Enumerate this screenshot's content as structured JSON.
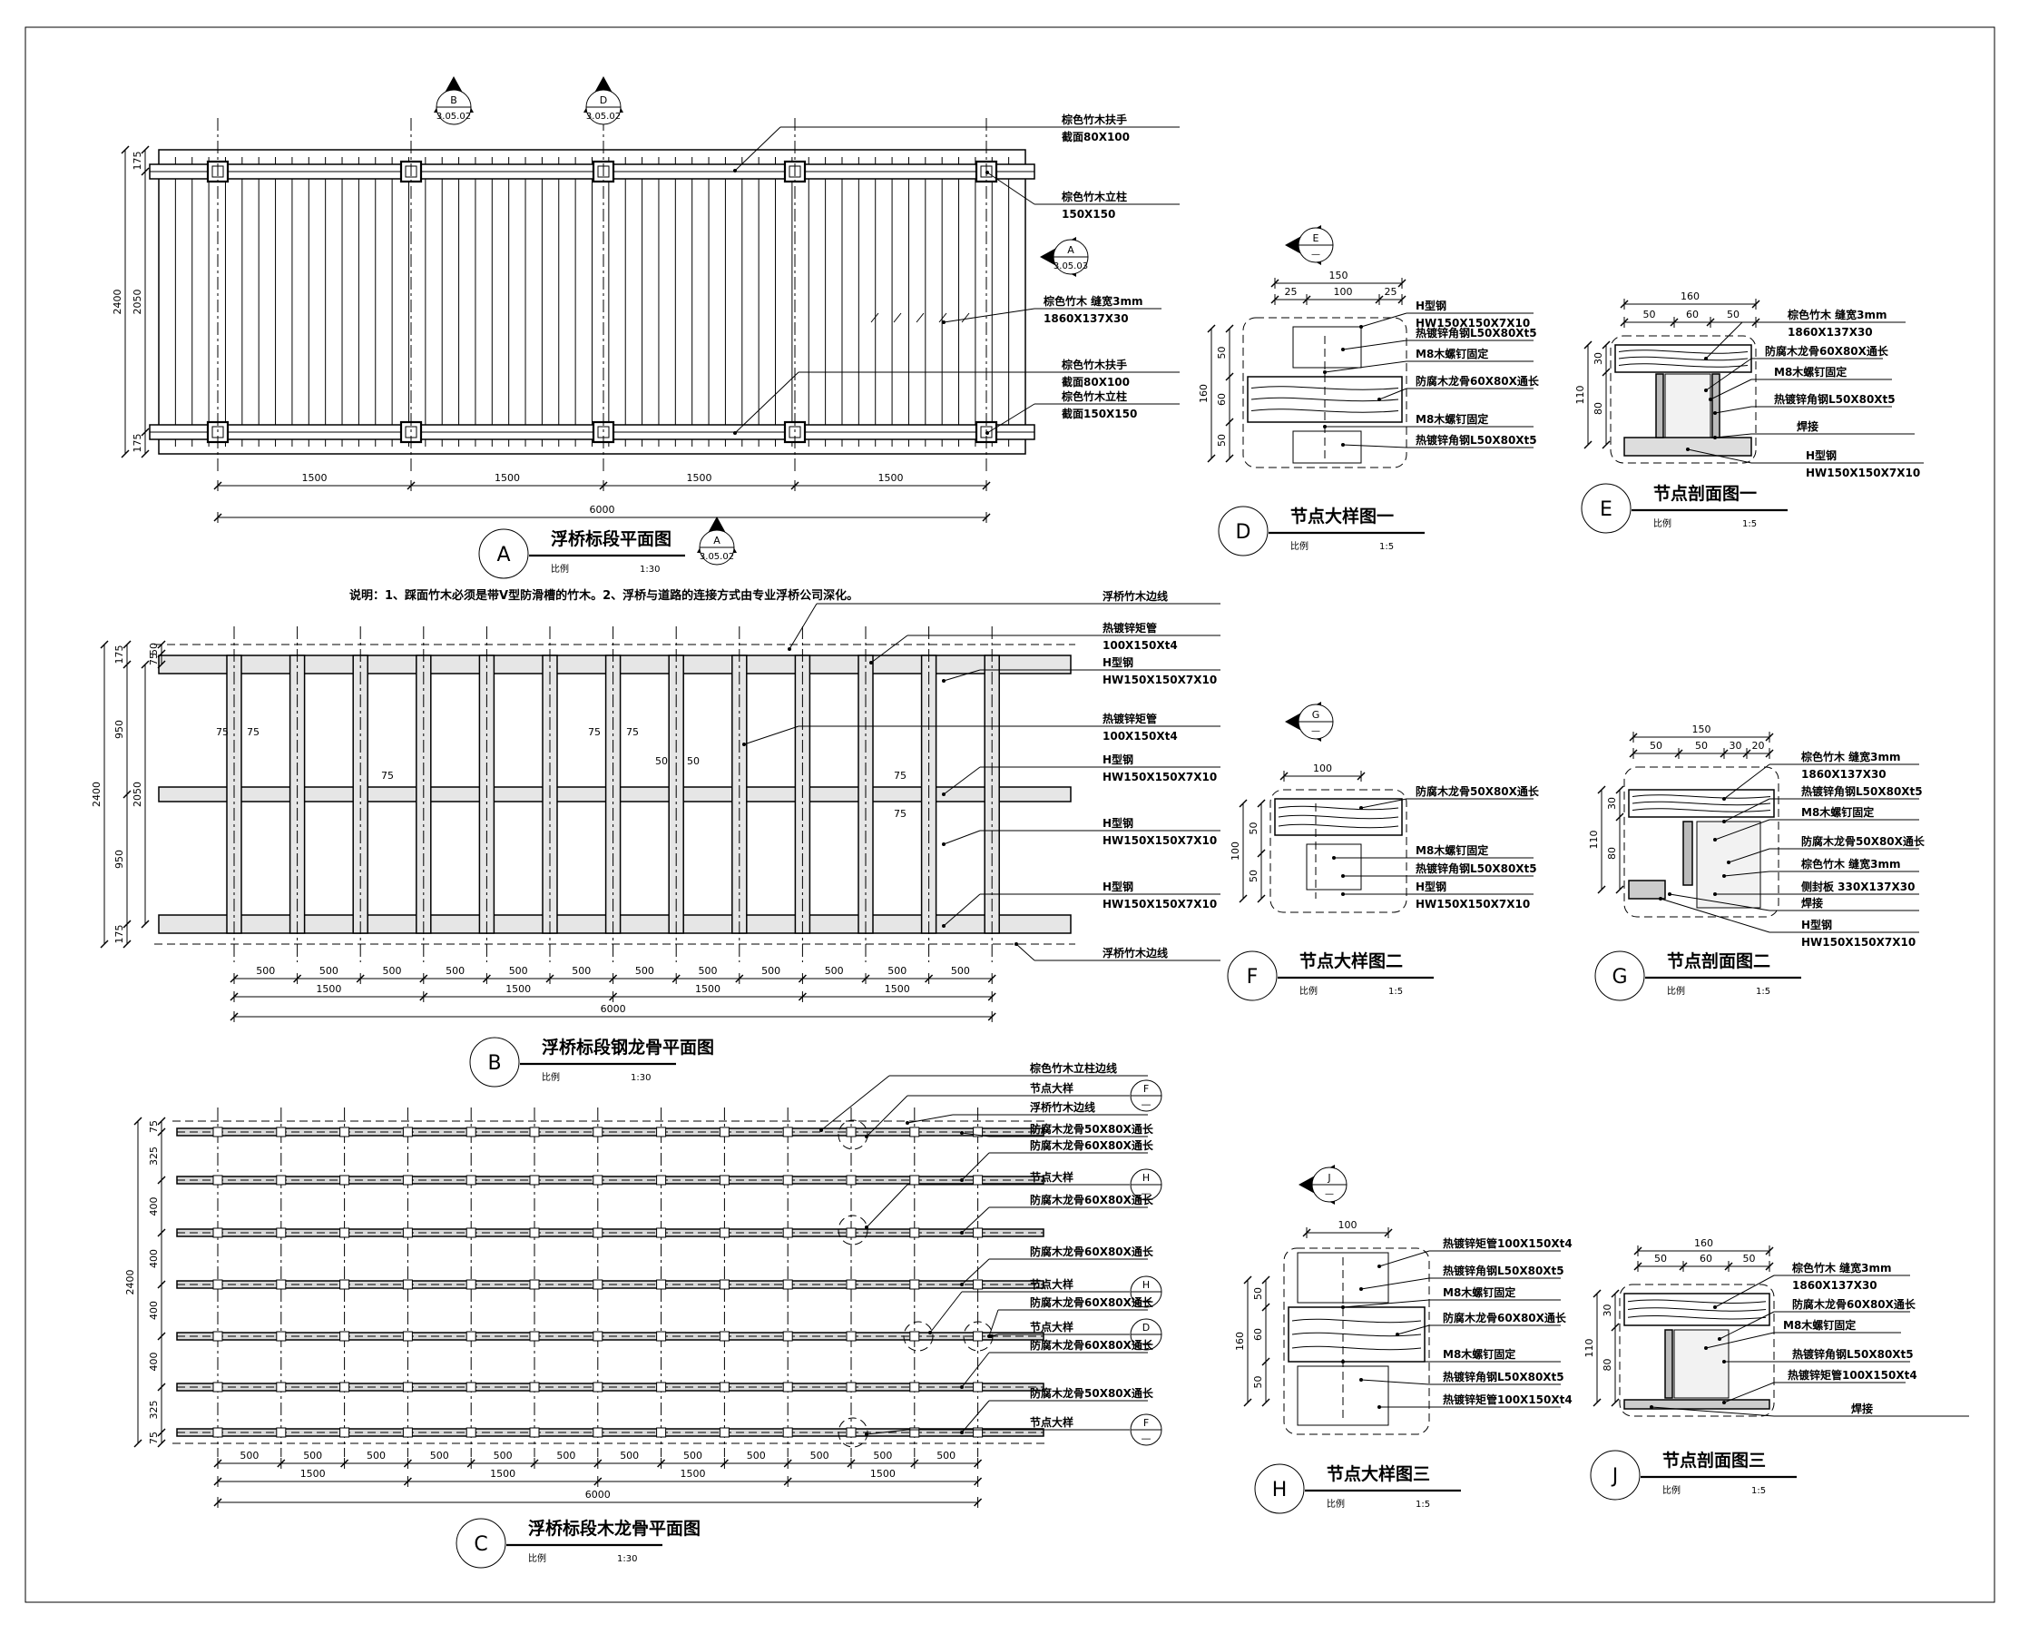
{
  "sheet": {
    "note": "说明：1、踩面竹木必须是带V型防滑槽的竹木。2、浮桥与道路的连接方式由专业浮桥公司深化。",
    "scale_label": "比例"
  },
  "plan_a": {
    "circle": "A",
    "title": "浮桥标段平面图",
    "scale": "1:30",
    "ref_marker": {
      "letter": "A",
      "sheet": "3.05.02"
    },
    "section_marks": [
      {
        "letter": "B",
        "sheet": "3.05.02"
      },
      {
        "letter": "D",
        "sheet": "3.05.02"
      },
      {
        "letter": "A",
        "sheet": "3.05.03"
      }
    ],
    "labels": [
      {
        "l1": "棕色竹木扶手",
        "l2": "截面80X100"
      },
      {
        "l1": "棕色竹木立柱",
        "l2": "150X150"
      },
      {
        "l1": "棕色竹木 缝宽3mm",
        "l2": "1860X137X30"
      },
      {
        "l1": "棕色竹木扶手",
        "l2": "截面80X100"
      },
      {
        "l1": "棕色竹木立柱",
        "l2": "截面150X150"
      }
    ],
    "dims_h": [
      "1500",
      "1500",
      "1500",
      "1500"
    ],
    "dim_total": "6000",
    "dims_v": [
      "175",
      "2050",
      "175"
    ],
    "dim_v_total": "2400"
  },
  "plan_b": {
    "circle": "B",
    "title": "浮桥标段钢龙骨平面图",
    "scale": "1:30",
    "labels": [
      {
        "l1": "浮桥竹木边线",
        "l2": ""
      },
      {
        "l1": "热镀锌矩管",
        "l2": "100X150Xt4"
      },
      {
        "l1": "H型钢",
        "l2": "HW150X150X7X10"
      },
      {
        "l1": "热镀锌矩管",
        "l2": "100X150Xt4"
      },
      {
        "l1": "H型钢",
        "l2": "HW150X150X7X10"
      },
      {
        "l1": "H型钢",
        "l2": "HW150X150X7X10"
      },
      {
        "l1": "H型钢",
        "l2": "HW150X150X7X10"
      },
      {
        "l1": "浮桥竹木边线",
        "l2": ""
      }
    ],
    "dims_h_small": [
      "500",
      "500",
      "500",
      "500",
      "500",
      "500",
      "500",
      "500",
      "500",
      "500",
      "500",
      "500"
    ],
    "dims_h": [
      "1500",
      "1500",
      "1500",
      "1500"
    ],
    "dim_total": "6000",
    "dims_v": [
      "175",
      "950",
      "950",
      "175"
    ],
    "dims_v_small": [
      "50",
      "75",
      "75",
      "75",
      "50"
    ],
    "dim_v_mid": "2050",
    "dim_v_total": "2400",
    "inner_dims": [
      "75",
      "75",
      "75",
      "75",
      "50",
      "50",
      "75",
      "75",
      "75"
    ]
  },
  "plan_c": {
    "circle": "C",
    "title": "浮桥标段木龙骨平面图",
    "scale": "1:30",
    "labels": [
      {
        "l1": "棕色竹木立柱边线",
        "tag": ""
      },
      {
        "l1": "节点大样",
        "tag": "F"
      },
      {
        "l1": "浮桥竹木边线",
        "tag": ""
      },
      {
        "l1": "防腐木龙骨50X80X通长",
        "tag": ""
      },
      {
        "l1": "防腐木龙骨60X80X通长",
        "tag": ""
      },
      {
        "l1": "节点大样",
        "tag": "H"
      },
      {
        "l1": "防腐木龙骨60X80X通长",
        "tag": ""
      },
      {
        "l1": "防腐木龙骨60X80X通长",
        "tag": ""
      },
      {
        "l1": "节点大样",
        "tag": "H"
      },
      {
        "l1": "防腐木龙骨60X80X通长",
        "tag": ""
      },
      {
        "l1": "节点大样",
        "tag": "D"
      },
      {
        "l1": "防腐木龙骨60X80X通长",
        "tag": ""
      },
      {
        "l1": "防腐木龙骨50X80X通长",
        "tag": ""
      },
      {
        "l1": "节点大样",
        "tag": "F"
      }
    ],
    "dims_h_small": [
      "500",
      "500",
      "500",
      "500",
      "500",
      "500",
      "500",
      "500",
      "500",
      "500",
      "500",
      "500"
    ],
    "dims_h": [
      "1500",
      "1500",
      "1500",
      "1500"
    ],
    "dim_total": "6000",
    "dims_v": [
      "75",
      "325",
      "400",
      "400",
      "400",
      "400",
      "325",
      "75"
    ],
    "dim_v_total": "2400"
  },
  "detail_d": {
    "circle": "D",
    "title": "节点大样图一",
    "scale": "1:5",
    "marker": {
      "letter": "E",
      "sheet": "—"
    },
    "dims_top": [
      "25",
      "100",
      "25"
    ],
    "dim_top_total": "150",
    "dims_side": [
      "50",
      "60",
      "50"
    ],
    "dim_side_total": "160",
    "labels": [
      {
        "l1": "H型钢",
        "l2": "HW150X150X7X10"
      },
      {
        "l1": "热镀锌角钢L50X80Xt5",
        "l2": ""
      },
      {
        "l1": "M8木螺钉固定",
        "l2": ""
      },
      {
        "l1": "防腐木龙骨60X80X通长",
        "l2": ""
      },
      {
        "l1": "M8木螺钉固定",
        "l2": ""
      },
      {
        "l1": "热镀锌角钢L50X80Xt5",
        "l2": ""
      }
    ]
  },
  "detail_e": {
    "circle": "E",
    "title": "节点剖面图一",
    "scale": "1:5",
    "dims_top": [
      "50",
      "60",
      "50"
    ],
    "dim_top_total": "160",
    "dims_side": [
      "30",
      "80"
    ],
    "dim_side_total": "110",
    "labels": [
      {
        "l1": "棕色竹木 缝宽3mm",
        "l2": "1860X137X30"
      },
      {
        "l1": "防腐木龙骨60X80X通长",
        "l2": ""
      },
      {
        "l1": "M8木螺钉固定",
        "l2": ""
      },
      {
        "l1": "热镀锌角钢L50X80Xt5",
        "l2": ""
      },
      {
        "l1": "焊接",
        "l2": ""
      },
      {
        "l1": "H型钢",
        "l2": "HW150X150X7X10"
      }
    ]
  },
  "detail_f": {
    "circle": "F",
    "title": "节点大样图二",
    "scale": "1:5",
    "marker": {
      "letter": "G",
      "sheet": "—"
    },
    "dim_top_total": "100",
    "dims_side": [
      "50",
      "50"
    ],
    "dim_side_total": "100",
    "labels": [
      {
        "l1": "防腐木龙骨50X80X通长",
        "l2": ""
      },
      {
        "l1": "M8木螺钉固定",
        "l2": ""
      },
      {
        "l1": "热镀锌角钢L50X80Xt5",
        "l2": ""
      },
      {
        "l1": "H型钢",
        "l2": "HW150X150X7X10"
      }
    ]
  },
  "detail_g": {
    "circle": "G",
    "title": "节点剖面图二",
    "scale": "1:5",
    "dims_top": [
      "50",
      "50",
      "30",
      "20"
    ],
    "dim_top_total": "150",
    "dims_side": [
      "30",
      "80"
    ],
    "dim_side_total": "110",
    "labels": [
      {
        "l1": "棕色竹木 缝宽3mm",
        "l2": "1860X137X30"
      },
      {
        "l1": "热镀锌角钢L50X80Xt5",
        "l2": ""
      },
      {
        "l1": "M8木螺钉固定",
        "l2": ""
      },
      {
        "l1": "防腐木龙骨50X80X通长",
        "l2": ""
      },
      {
        "l1": "棕色竹木 缝宽3mm",
        "l2": ""
      },
      {
        "l1": "侧封板 330X137X30",
        "l2": ""
      },
      {
        "l1": "焊接",
        "l2": ""
      },
      {
        "l1": "H型钢",
        "l2": "HW150X150X7X10"
      }
    ]
  },
  "detail_h": {
    "circle": "H",
    "title": "节点大样图三",
    "scale": "1:5",
    "marker": {
      "letter": "J",
      "sheet": "—"
    },
    "dim_top_total": "100",
    "dims_side": [
      "50",
      "60",
      "50"
    ],
    "dim_side_total": "160",
    "labels": [
      {
        "l1": "热镀锌矩管100X150Xt4",
        "l2": ""
      },
      {
        "l1": "热镀锌角钢L50X80Xt5",
        "l2": ""
      },
      {
        "l1": "M8木螺钉固定",
        "l2": ""
      },
      {
        "l1": "防腐木龙骨60X80X通长",
        "l2": ""
      },
      {
        "l1": "M8木螺钉固定",
        "l2": ""
      },
      {
        "l1": "热镀锌角钢L50X80Xt5",
        "l2": ""
      },
      {
        "l1": "热镀锌矩管100X150Xt4",
        "l2": ""
      }
    ]
  },
  "detail_j": {
    "circle": "J",
    "title": "节点剖面图三",
    "scale": "1:5",
    "dims_top": [
      "50",
      "60",
      "50"
    ],
    "dim_top_total": "160",
    "dims_side": [
      "30",
      "80"
    ],
    "dim_side_total": "110",
    "labels": [
      {
        "l1": "棕色竹木 缝宽3mm",
        "l2": "1860X137X30"
      },
      {
        "l1": "防腐木龙骨60X80X通长",
        "l2": ""
      },
      {
        "l1": "M8木螺钉固定",
        "l2": ""
      },
      {
        "l1": "热镀锌角钢L50X80Xt5",
        "l2": ""
      },
      {
        "l1": "热镀锌矩管100X150Xt4",
        "l2": ""
      },
      {
        "l1": "焊接",
        "l2": ""
      }
    ]
  }
}
